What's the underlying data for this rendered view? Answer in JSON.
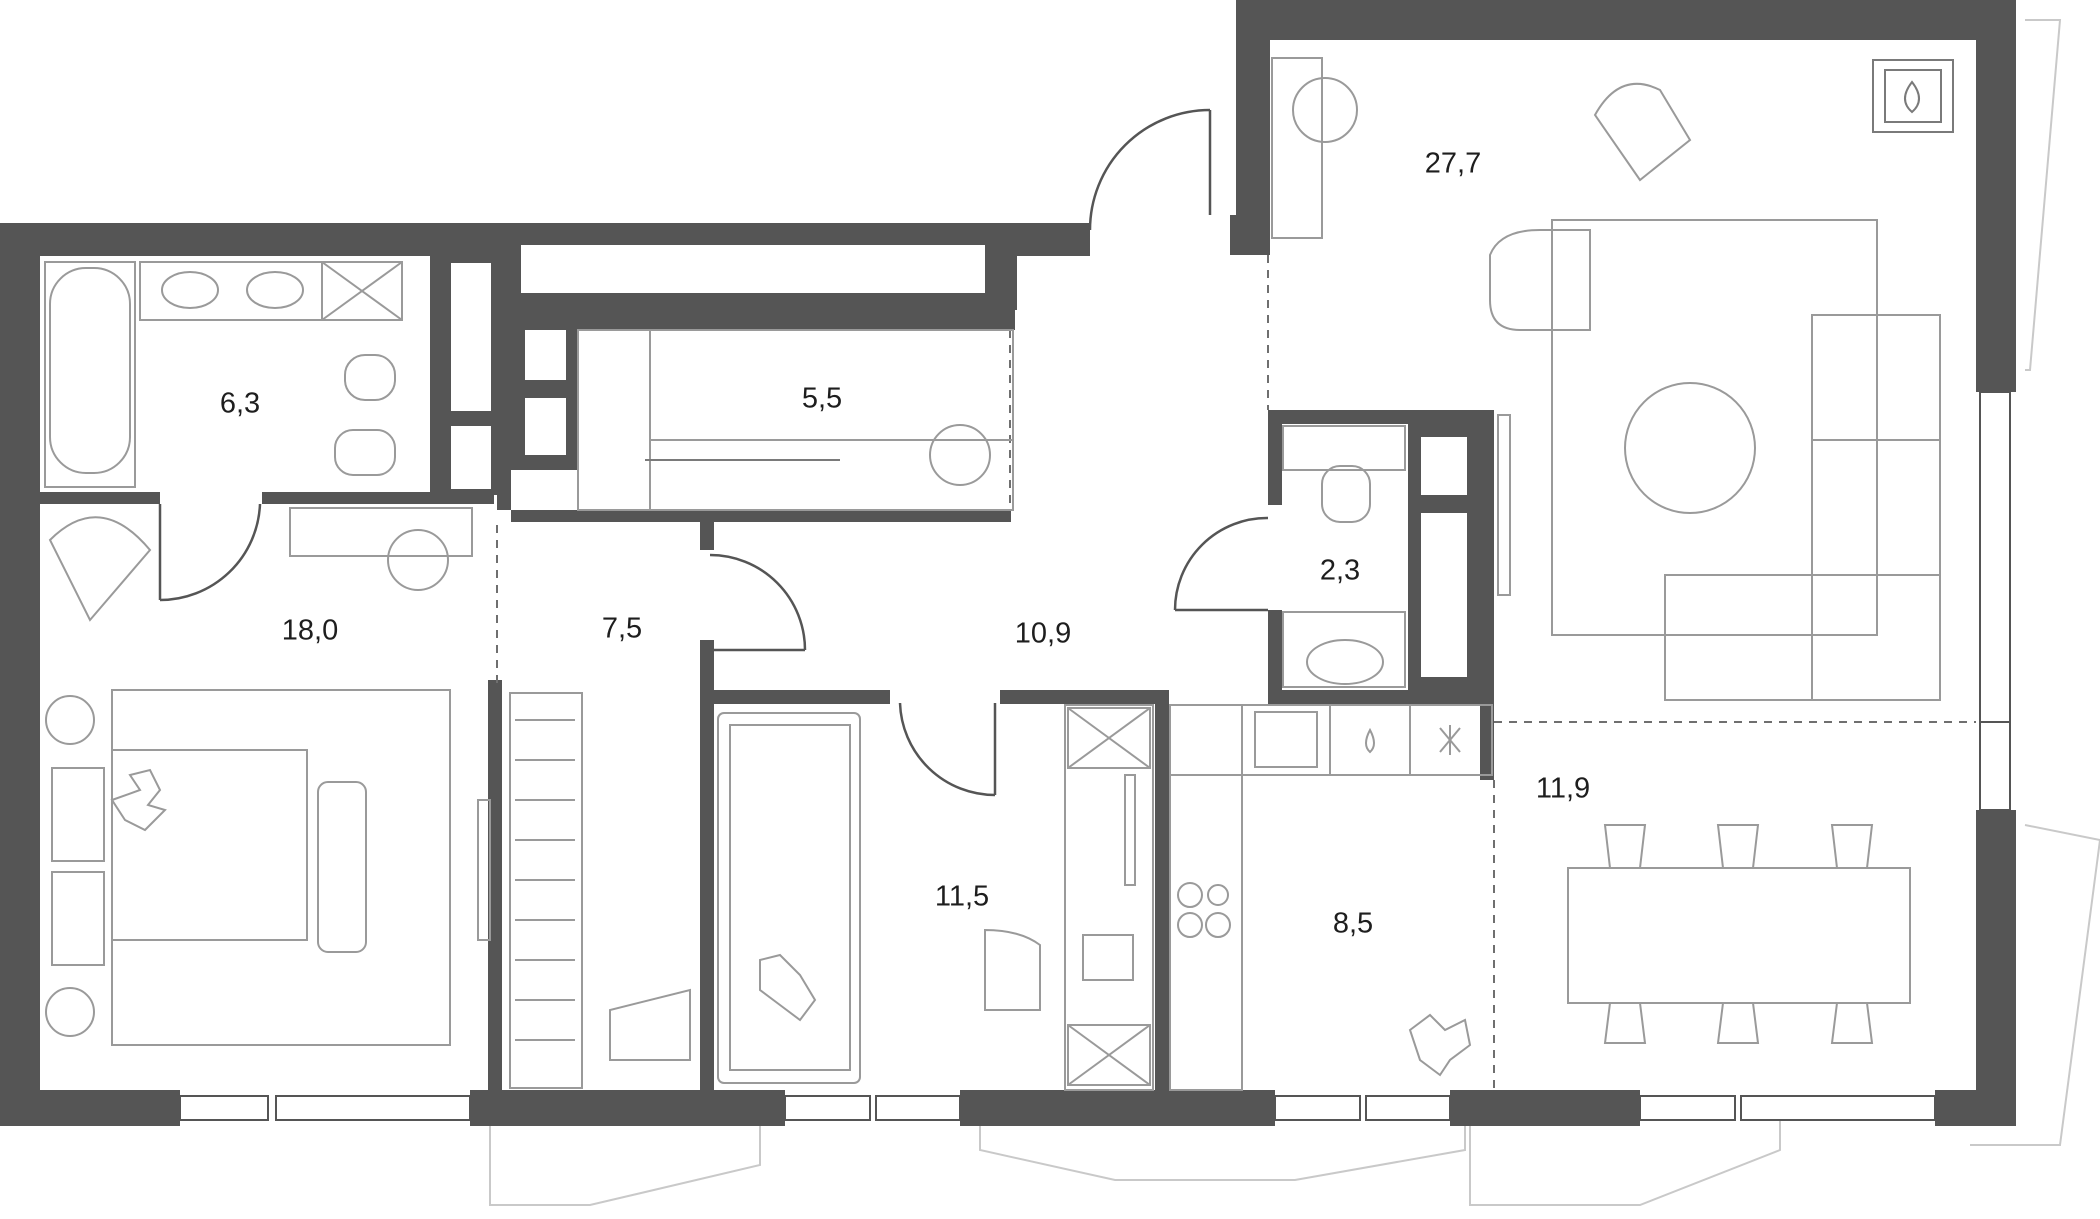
{
  "rooms": [
    {
      "id": "bathroom",
      "area": "6,3"
    },
    {
      "id": "wardrobe",
      "area": "5,5"
    },
    {
      "id": "bedroom",
      "area": "18,0"
    },
    {
      "id": "corridor",
      "area": "7,5"
    },
    {
      "id": "hall",
      "area": "10,9"
    },
    {
      "id": "wc",
      "area": "2,3"
    },
    {
      "id": "living-room",
      "area": "27,7"
    },
    {
      "id": "dining-area",
      "area": "11,9"
    },
    {
      "id": "second-bedroom",
      "area": "11,5"
    },
    {
      "id": "kitchen",
      "area": "8,5"
    }
  ],
  "colors": {
    "wall": "#555555",
    "furniture": "#9a9a9a",
    "background": "#ffffff"
  },
  "icons": [
    "fireplace-icon",
    "washing-machine-icon",
    "sink-icon",
    "bathtub-icon",
    "toilet-icon",
    "plant-icon",
    "water-drop-icon",
    "star-icon",
    "hob-icon"
  ]
}
